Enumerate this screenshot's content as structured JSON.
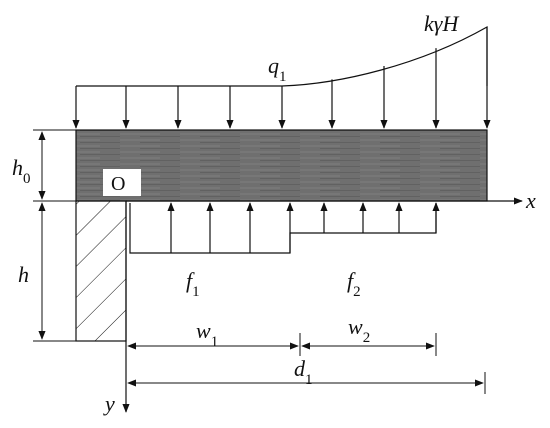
{
  "labels": {
    "q1": "q",
    "q1_sub": "1",
    "kgh_k": "k",
    "kgh_gamma": "γ",
    "kgh_H": "H",
    "h0": "h",
    "h0_sub": "0",
    "h": "h",
    "origin": "O",
    "x_axis": "x",
    "y_axis": "y",
    "f1": "f",
    "f1_sub": "1",
    "f2": "f",
    "f2_sub": "2",
    "w1": "w",
    "w1_sub": "1",
    "w2": "w",
    "w2_sub": "2",
    "d1": "d",
    "d1_sub": "1"
  },
  "colors": {
    "ink": "#111111",
    "beam_fill": "#6f6f6f",
    "beam_texture": "#8a8a8a",
    "background": "#ffffff"
  }
}
